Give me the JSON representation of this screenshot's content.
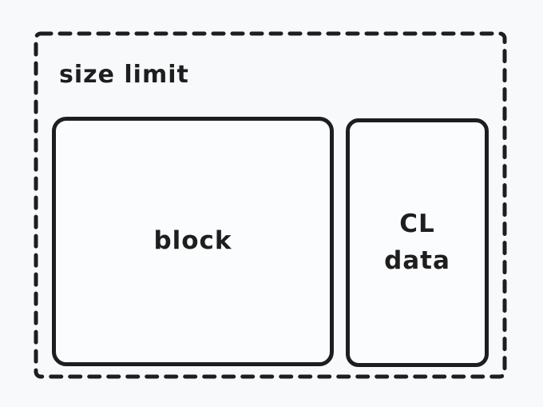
{
  "diagram": {
    "container": {
      "label": "size limit"
    },
    "block_box": {
      "label": "block"
    },
    "cl_data_box": {
      "label_line1": "CL",
      "label_line2": "data"
    }
  },
  "colors": {
    "background": "#f8f9fa",
    "stroke": "#1e1e1e"
  }
}
